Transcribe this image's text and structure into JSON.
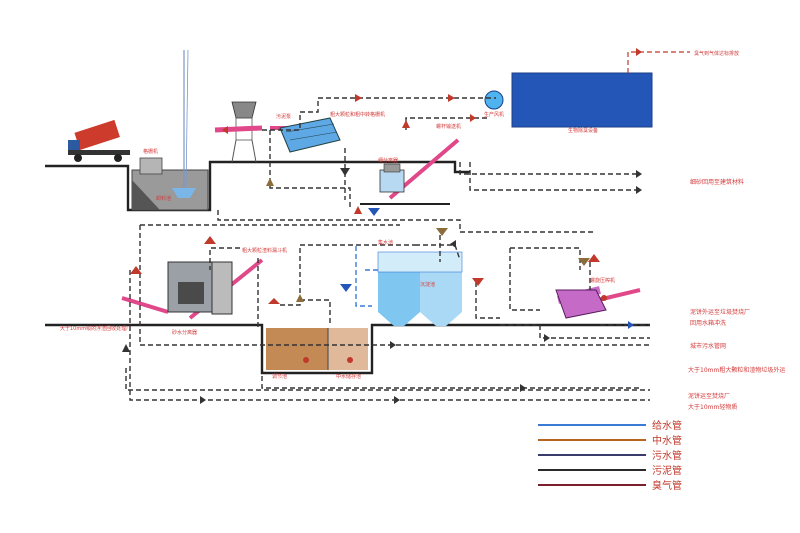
{
  "labels": {
    "deodor": "臭气到气体达标排放",
    "odor_unit": "生物除臭设备",
    "fan": "生产风机",
    "screen": "粗大颗粒和粗中转格栅机",
    "conveyor1": "螺杆输送机",
    "unload": "卸料池",
    "bin": "格栅机",
    "pump1": "污泥泵",
    "hopper": "粗大颗粒渣料漏斗机",
    "crusher": "细分离器",
    "deflt": "集水池",
    "sand_sep": "砂水分离器",
    "recycle": "细砂回用至建筑材料",
    "tank_a": "调节池",
    "tank_b": "中水储存池",
    "settle": "沉淀池",
    "screw_press": "螺旋压榨机",
    "bigpump": "大于10mm级的浮渣回收处理厂",
    "sludge_out": "泥饼外运至垃圾焚烧厂",
    "reuse": "回用水箱冲洗",
    "sewer": "城市污水管网",
    "over10": "大于10mm粗大颗粒和渣物垃圾外运",
    "out10": "泥饼运至焚烧厂",
    "out10b": "大于10mm轻物质"
  },
  "legend": [
    {
      "label": "给水管",
      "color": "#3a7bd5"
    },
    {
      "label": "中水管",
      "color": "#b5651d"
    },
    {
      "label": "污水管",
      "color": "#3b3b6b"
    },
    {
      "label": "污泥管",
      "color": "#2a2a2a"
    },
    {
      "label": "臭气管",
      "color": "#7a1f2b"
    }
  ]
}
